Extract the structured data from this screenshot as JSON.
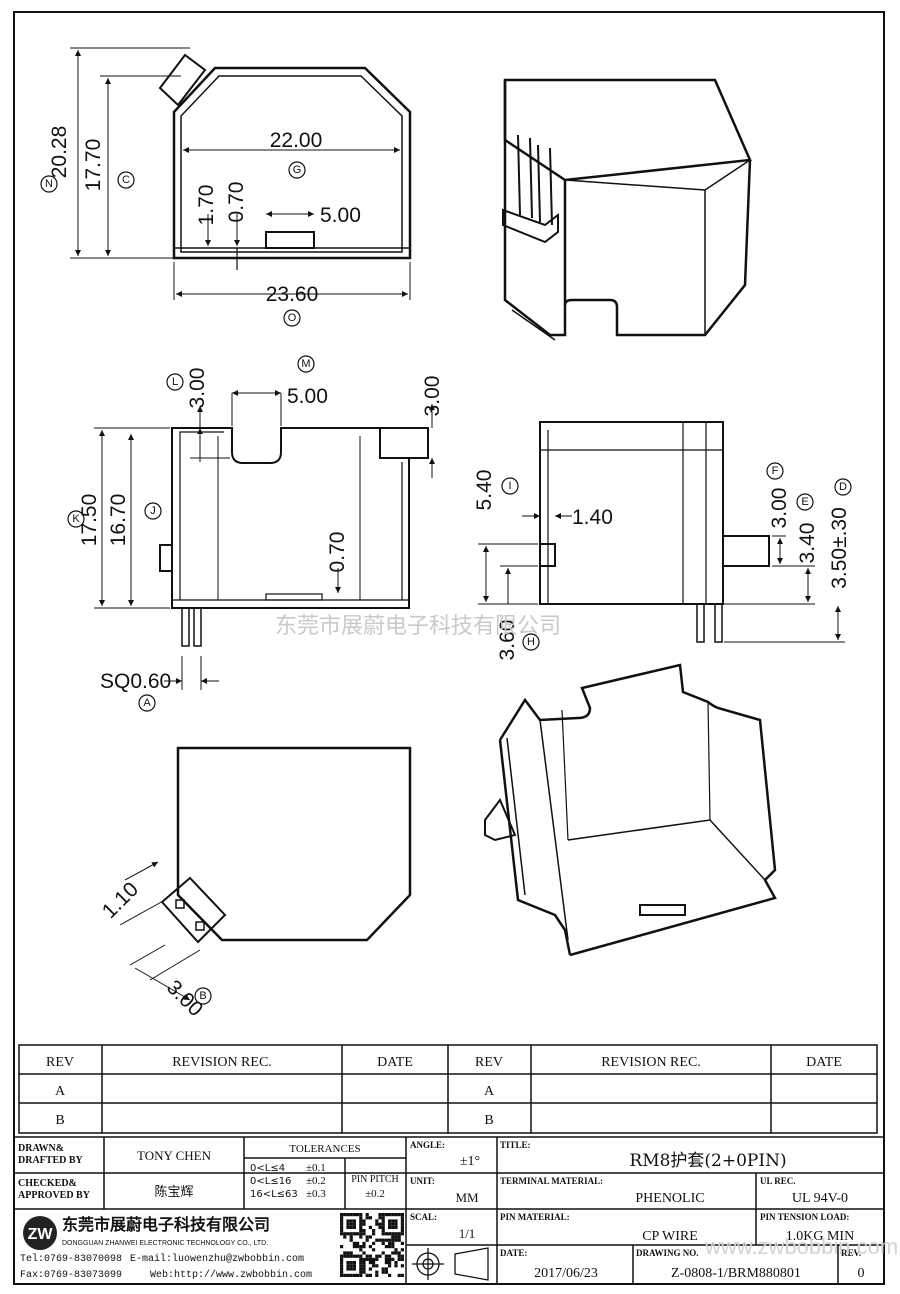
{
  "dimensions": {
    "top_view": {
      "d1": "20.28",
      "d2": "17.70",
      "d3": "22.00",
      "d4": "1.70",
      "d5": "0.70",
      "d6": "5.00",
      "d7": "23.60"
    },
    "front_view": {
      "d1": "3.00",
      "d2": "5.00",
      "d3": "3.00",
      "d4": "17.50",
      "d5": "16.70",
      "d6": "0.70",
      "d7": "SQ0.60"
    },
    "side_view": {
      "d1": "5.40",
      "d2": "1.40",
      "d3": "3.00",
      "d4": "3.40",
      "d5": "3.50±.30",
      "d6": "3.60"
    },
    "bottom_view": {
      "d1": "1.10",
      "d2": "3.00"
    }
  },
  "markers": {
    "N": "N",
    "C": "C",
    "G": "G",
    "O": "O",
    "M": "M",
    "L": "L",
    "K": "K",
    "J": "J",
    "A": "A",
    "I": "I",
    "F": "F",
    "E": "E",
    "D": "D",
    "H": "H",
    "B": "B"
  },
  "watermark": {
    "company": "东莞市展蔚电子科技有限公司",
    "url": "www.zwbobbin.com"
  },
  "revision_table": {
    "headers": [
      "REV",
      "REVISION REC.",
      "DATE",
      "REV",
      "REVISION REC.",
      "DATE"
    ],
    "rows": [
      [
        "A",
        "",
        "",
        "A",
        "",
        ""
      ],
      [
        "B",
        "",
        "",
        "B",
        "",
        ""
      ]
    ]
  },
  "title_block": {
    "drawn_label": "DRAWN&\nDRAFTED BY",
    "drawn_by": "TONY CHEN",
    "checked_label": "CHECKED&\nAPPROVED BY",
    "approved_by": "陈宝辉",
    "tolerances_label": "TOLERANCES",
    "tolerances": [
      {
        "range": "0<L≤4",
        "value": "±0.1"
      },
      {
        "range": "0<L≤16",
        "value": "±0.2"
      },
      {
        "range": "16<L≤63",
        "value": "±0.3"
      }
    ],
    "pin_pitch_label": "PIN PITCH",
    "pin_pitch": "±0.2",
    "angle_label": "ANGLE:",
    "angle": "±1°",
    "unit_label": "UNIT:",
    "unit": "MM",
    "scale_label": "SCAL:",
    "scale": "1/1",
    "title_label": "TITLE:",
    "title": "RM8护套(2+0PIN)",
    "terminal_material_label": "TERMINAL MATERIAL:",
    "terminal_material": "PHENOLIC",
    "ul_rec_label": "UL REC.",
    "ul_rec": "UL 94V-0",
    "pin_material_label": "PIN MATERIAL:",
    "pin_material": "CP WIRE",
    "pin_tension_label": "PIN TENSION LOAD:",
    "pin_tension": "1.0KG MIN",
    "date_label": "DATE:",
    "date": "2017/06/23",
    "drawing_no_label": "DRAWING NO.",
    "drawing_no": "Z-0808-1/BRM880801",
    "rev_label": "REV.",
    "rev": "0",
    "company_cn": "东莞市展蔚电子科技有限公司",
    "company_en": "DONGGUAN ZHANWEI ELECTRONIC TECHNOLOGY CO., LTD.",
    "tel": "Tel:0769-83070098",
    "email": "E-mail:luowenzhu@zwbobbin.com",
    "fax": "Fax:0769-83073099",
    "web": "Web:http://www.zwbobbin.com"
  }
}
